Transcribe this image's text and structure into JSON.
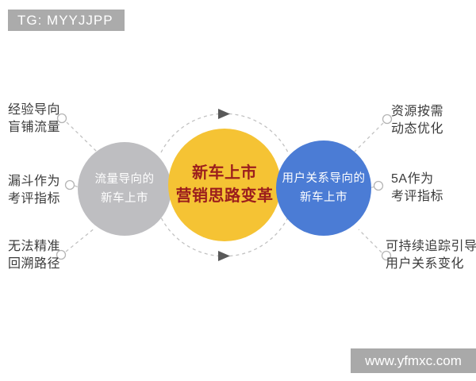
{
  "badge": {
    "text": "TG: MYYJJPP"
  },
  "watermark": {
    "text": "www.yfmxc.com"
  },
  "diagram": {
    "left_circle": {
      "line1": "流量导向的",
      "line2": "新车上市",
      "color": "#bebec1"
    },
    "center_circle": {
      "line1": "新车上市",
      "line2": "营销思路变革",
      "color": "#f5c334",
      "text_color": "#9b1d1d"
    },
    "right_circle": {
      "line1": "用户关系导向的",
      "line2": "新车上市",
      "color": "#4b7cd5"
    },
    "left_items": [
      {
        "line1": "经验导向",
        "line2": "盲铺流量"
      },
      {
        "line1": "漏斗作为",
        "line2": "考评指标"
      },
      {
        "line1": "无法精准",
        "line2": "回溯路径"
      }
    ],
    "right_items": [
      {
        "line1": "资源按需",
        "line2": "动态优化"
      },
      {
        "line1": "5A作为",
        "line2": "考评指标"
      },
      {
        "line1": "可持续追踪引导",
        "line2": "用户关系变化"
      }
    ]
  },
  "colors": {
    "badge_bg": "#ababab",
    "watermark_bg": "#a9a9a9",
    "note_text": "#3b3b3b",
    "dashed_line": "#c2c2c2",
    "arrow": "#595959",
    "background": "#ffffff"
  }
}
